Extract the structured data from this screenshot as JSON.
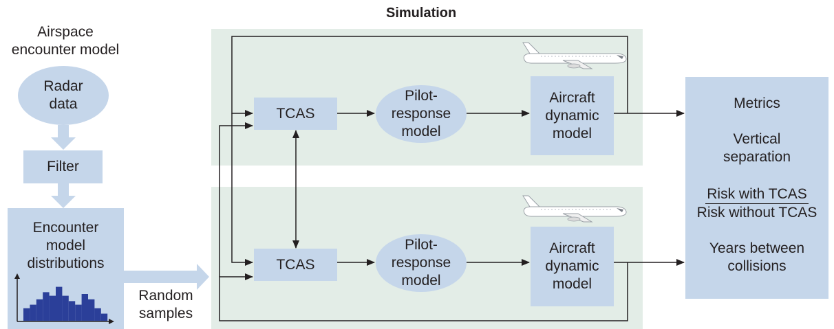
{
  "simulation_title": "Simulation",
  "encounter_model_title": "Airspace\nencounter model",
  "radar_data": "Radar\ndata",
  "filter": "Filter",
  "encounter_distributions": "Encounter\nmodel\ndistributions",
  "histogram_bars": [
    0.35,
    0.45,
    0.6,
    0.8,
    0.7,
    0.95,
    0.7,
    0.55,
    0.45,
    0.75,
    0.6,
    0.35,
    0.2
  ],
  "random_samples": "Random\nsamples",
  "top_lane": {
    "tcas": "TCAS",
    "pilot": "Pilot-\nresponse\nmodel",
    "aircraft": "Aircraft\ndynamic\nmodel"
  },
  "bottom_lane": {
    "tcas": "TCAS",
    "pilot": "Pilot-\nresponse\nmodel",
    "aircraft": "Aircraft\ndynamic\nmodel"
  },
  "metrics": {
    "title": "Metrics",
    "vertical": "Vertical\nseparation",
    "ratio_numerator": "Risk with TCAS",
    "ratio_denominator": "Risk without TCAS",
    "years": "Years between\ncollisions"
  },
  "colors": {
    "box_fill": "#c5d6ea",
    "panel_fill": "#e3ede7",
    "histogram": "#2b3f99",
    "arrow": "#231f20"
  }
}
